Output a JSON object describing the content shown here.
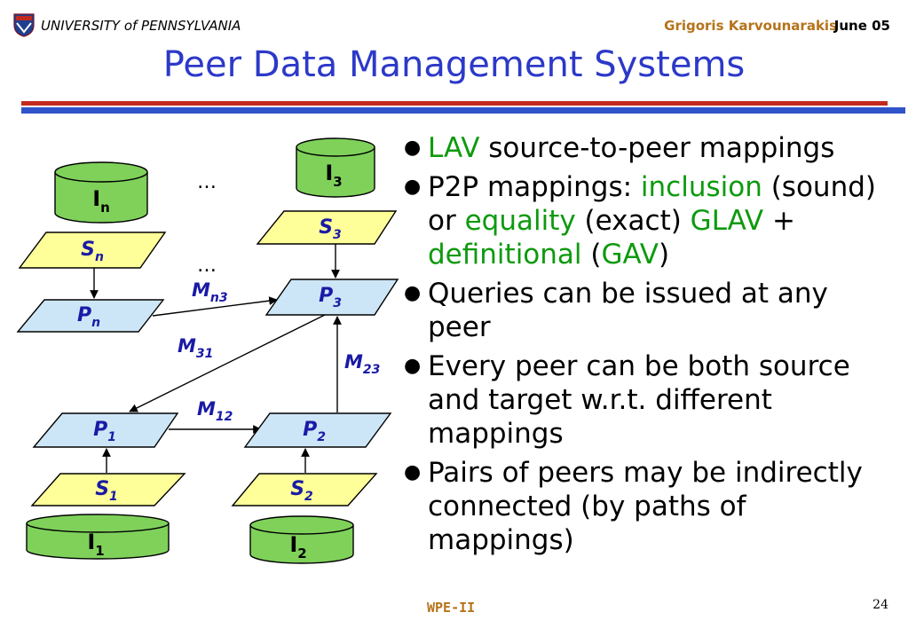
{
  "header": {
    "university": "UNIVERSITY of PENNSYLVANIA",
    "author": "Grigoris Karvounarakis",
    "date": "June 05"
  },
  "title": "Peer Data Management Systems",
  "diagram": {
    "databases": [
      {
        "id": "In",
        "base": "I",
        "sub": "n"
      },
      {
        "id": "I3",
        "base": "I",
        "sub": "3"
      },
      {
        "id": "I1",
        "base": "I",
        "sub": "1"
      },
      {
        "id": "I2",
        "base": "I",
        "sub": "2"
      }
    ],
    "sources": [
      {
        "id": "Sn",
        "base": "S",
        "sub": "n"
      },
      {
        "id": "S3",
        "base": "S",
        "sub": "3"
      },
      {
        "id": "S1",
        "base": "S",
        "sub": "1"
      },
      {
        "id": "S2",
        "base": "S",
        "sub": "2"
      }
    ],
    "peers": [
      {
        "id": "Pn",
        "base": "P",
        "sub": "n"
      },
      {
        "id": "P3",
        "base": "P",
        "sub": "3"
      },
      {
        "id": "P1",
        "base": "P",
        "sub": "1"
      },
      {
        "id": "P2",
        "base": "P",
        "sub": "2"
      }
    ],
    "mappings": [
      {
        "id": "Mn3",
        "base": "M",
        "sub": "n3"
      },
      {
        "id": "M31",
        "base": "M",
        "sub": "31"
      },
      {
        "id": "M23",
        "base": "M",
        "sub": "23"
      },
      {
        "id": "M12",
        "base": "M",
        "sub": "12"
      }
    ],
    "ellipsis": "…",
    "colors": {
      "database_fill": "#7fd15a",
      "source_fill": "#ffff99",
      "peer_fill": "#cde6f7",
      "label_blue": "#1a1aa6"
    }
  },
  "bullets": [
    {
      "parts": [
        {
          "text": "LAV",
          "style": "green"
        },
        {
          "text": " source-to-peer mappings"
        }
      ]
    },
    {
      "parts": [
        {
          "text": "P2P mappings: "
        },
        {
          "text": "inclusion",
          "style": "green"
        },
        {
          "text": " (sound) or "
        },
        {
          "text": "equality",
          "style": "green"
        },
        {
          "text": " (exact) "
        },
        {
          "text": "GLAV",
          "style": "green"
        },
        {
          "text": " + "
        },
        {
          "text": "definitional",
          "style": "green"
        },
        {
          "text": " ("
        },
        {
          "text": "GAV",
          "style": "green"
        },
        {
          "text": ")"
        }
      ]
    },
    {
      "parts": [
        {
          "text": "Queries can be issued at any peer"
        }
      ]
    },
    {
      "parts": [
        {
          "text": "Every peer can be both source and target w.r.t. different mappings"
        }
      ]
    },
    {
      "parts": [
        {
          "text": "Pairs of peers may be indirectly connected (by paths of mappings)"
        }
      ]
    }
  ],
  "bullet_symbol": "●",
  "footer": {
    "label": "WPE-II",
    "page": "24"
  }
}
